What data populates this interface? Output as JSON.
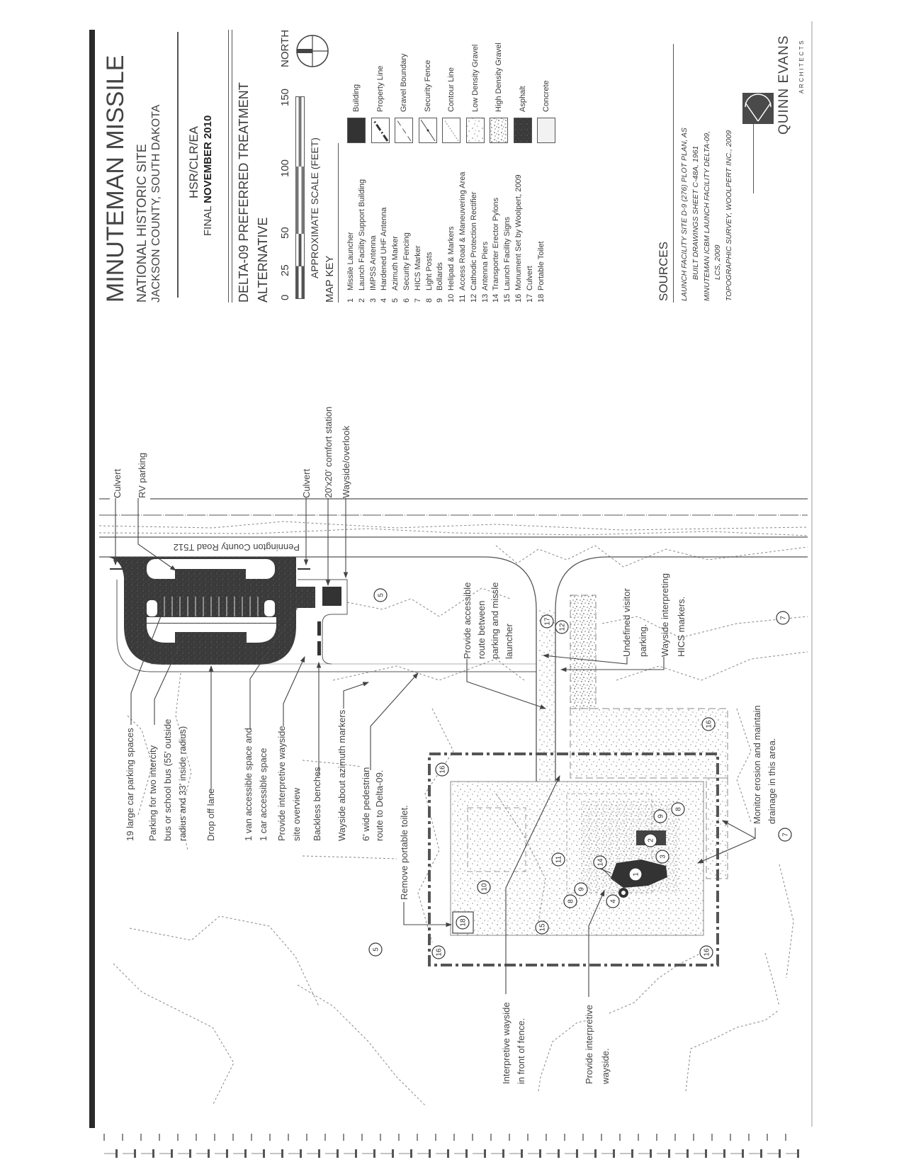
{
  "title_block": {
    "title": "MINUTEMAN MISSILE",
    "subtitle": "NATIONAL HISTORIC SITE",
    "location": "JACKSON COUNTY, SOUTH DAKOTA",
    "doc_code": "HSR/CLR/EA",
    "final_prefix": "FINAL ",
    "final_date": "NOVEMBER 2010",
    "plan_title_1": "DELTA-09 PREFERRED TREATMENT",
    "plan_title_2": "ALTERNATIVE",
    "scale": {
      "ticks": [
        "0",
        "25",
        "50",
        "100",
        "150"
      ],
      "label": "APPROXIMATE SCALE (FEET)",
      "north": "NORTH"
    },
    "map_key": {
      "heading": "MAP KEY",
      "items": [
        {
          "num": "1",
          "label": "Missile Launcher"
        },
        {
          "num": "2",
          "label": "Launch Facility Support Building"
        },
        {
          "num": "3",
          "label": "IMPSS Antenna"
        },
        {
          "num": "4",
          "label": "Hardened UHF Antenna"
        },
        {
          "num": "5",
          "label": "Azimuth Marker"
        },
        {
          "num": "6",
          "label": "Security Fencing"
        },
        {
          "num": "7",
          "label": "HICS Marker"
        },
        {
          "num": "8",
          "label": "Light Posts"
        },
        {
          "num": "9",
          "label": "Bollards"
        },
        {
          "num": "10",
          "label": "Helipad & Markers"
        },
        {
          "num": "11",
          "label": "Access Road & Maneuvering Area"
        },
        {
          "num": "12",
          "label": "Cathodic Protection Rectifier"
        },
        {
          "num": "13",
          "label": "Antenna Piers"
        },
        {
          "num": "14",
          "label": "Transporter Erector Pylons"
        },
        {
          "num": "15",
          "label": "Launch Facility Signs"
        },
        {
          "num": "16",
          "label": "Monument Set by Woolpert, 2009"
        },
        {
          "num": "17",
          "label": "Culvert"
        },
        {
          "num": "18",
          "label": "Portable Toilet"
        }
      ]
    },
    "legend": [
      {
        "key": "building",
        "label": "Building"
      },
      {
        "key": "property-line",
        "label": "Property Line"
      },
      {
        "key": "gravel-boundary",
        "label": "Gravel Boundary"
      },
      {
        "key": "security-fence",
        "label": "Security Fence"
      },
      {
        "key": "contour-line",
        "label": "Contour Line"
      },
      {
        "key": "low-density-gravel",
        "label": "Low Density Gravel"
      },
      {
        "key": "high-density-gravel",
        "label": "High Density Gravel"
      },
      {
        "key": "asphalt",
        "label": "Asphalt"
      },
      {
        "key": "concrete",
        "label": "Concrete"
      }
    ],
    "sources": {
      "heading": "SOURCES",
      "lines": [
        "LAUNCH FACILITY SITE D-9 (276) PLOT PLAN, AS",
        "BUILT DRAWINGS SHEET C-48A, 1961",
        "MINUTEMAN ICBM LAUNCH FACILITY DELTA-09,",
        "LCS, 2009",
        "TOPOGRAPHIC SURVEY, WOOLPERT INC., 2009"
      ]
    },
    "firm": {
      "name": "QUINN EVANS",
      "sub": "ARCHITECTS"
    }
  },
  "map": {
    "road_label": "Pennington County Road T512",
    "annotations": {
      "culvert_1": "Culvert",
      "rv_parking": "RV parking",
      "culvert_2": "Culvert",
      "comfort_station": "20'x20' comfort station",
      "wayside_overlook": "Wayside/overlook",
      "large_car": "19 large car parking spaces",
      "bus_parking": [
        "Parking for two intercity",
        "bus or school bus (55' outside",
        "radius and 33' inside radius)"
      ],
      "drop_off": "Drop off lane",
      "accessible": [
        "1 van accessible space and",
        "1 car accessible space"
      ],
      "interp_overview": [
        "Provide interpretive wayside",
        "site overview"
      ],
      "benches": "Backless benches",
      "azimuth": "Wayside about azimuth markers",
      "pedestrian": [
        "6' wide pedestrian",
        "route to Delta-09."
      ],
      "remove_toilet": "Remove portable toilet.",
      "provide_accessible": [
        "Provide accessible",
        "route between",
        "parking and missle",
        "launcher"
      ],
      "undefined_parking": [
        "Undefined visitor",
        "parking."
      ],
      "hics_wayside": [
        "Wayside interpreting",
        "HICS markers."
      ],
      "fence_wayside": [
        "Interpretive wayside",
        "in front of fence."
      ],
      "provide_wayside": [
        "Provide interpretive",
        "wayside."
      ],
      "monitor_erosion": [
        "Monitor erosion and maintain",
        "drainage in this area."
      ]
    },
    "markers": [
      "5",
      "17",
      "12",
      "7",
      "16",
      "16",
      "16",
      "16",
      "10",
      "11",
      "15",
      "8",
      "9",
      "14",
      "4",
      "1",
      "3",
      "2",
      "9",
      "8",
      "18",
      "7",
      "5"
    ]
  }
}
